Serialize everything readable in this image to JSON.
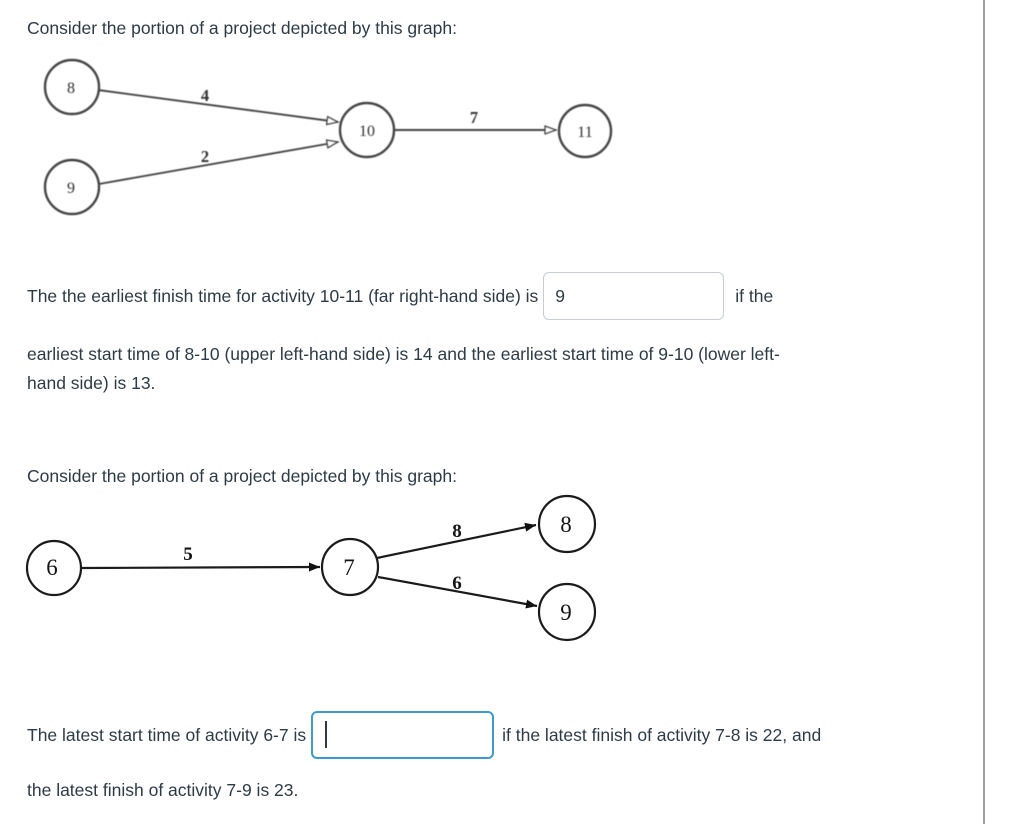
{
  "colors": {
    "text": "#2d3b45",
    "input_border": "#c7cdd1",
    "input_focus_border": "#3d9bd1",
    "divider": "#9f9f9f",
    "graph_ink": "#1b1b1b"
  },
  "question1": {
    "prompt": "Consider the portion of a project depicted by this graph:",
    "graph": {
      "type": "activity-network",
      "nodes": [
        {
          "label": "8"
        },
        {
          "label": "9"
        },
        {
          "label": "10"
        },
        {
          "label": "11"
        }
      ],
      "edges": [
        {
          "from": "8",
          "to": "10",
          "label": "4"
        },
        {
          "from": "9",
          "to": "10",
          "label": "2"
        },
        {
          "from": "10",
          "to": "11",
          "label": "7"
        }
      ]
    },
    "text_before_input": "The the earliest finish time for activity 10-11 (far right-hand side) is",
    "input_value": "9",
    "text_after_input": "if the",
    "continuation_line1": "earliest start time of 8-10 (upper left-hand side) is 14 and the earliest start time of 9-10 (lower left-",
    "continuation_line2": "hand side) is 13."
  },
  "question2": {
    "prompt": "Consider the portion of a project depicted by this graph:",
    "graph": {
      "type": "activity-network",
      "nodes": [
        {
          "label": "6"
        },
        {
          "label": "7"
        },
        {
          "label": "8"
        },
        {
          "label": "9"
        }
      ],
      "edges": [
        {
          "from": "6",
          "to": "7",
          "label": "5"
        },
        {
          "from": "7",
          "to": "8",
          "label": "8"
        },
        {
          "from": "7",
          "to": "9",
          "label": "6"
        }
      ]
    },
    "text_before_input": "The latest start time of activity 6-7 is",
    "input_value": "",
    "text_after_input": "if the latest finish of activity 7-8 is 22, and",
    "continuation_line1": "the latest finish of activity 7-9 is 23."
  }
}
